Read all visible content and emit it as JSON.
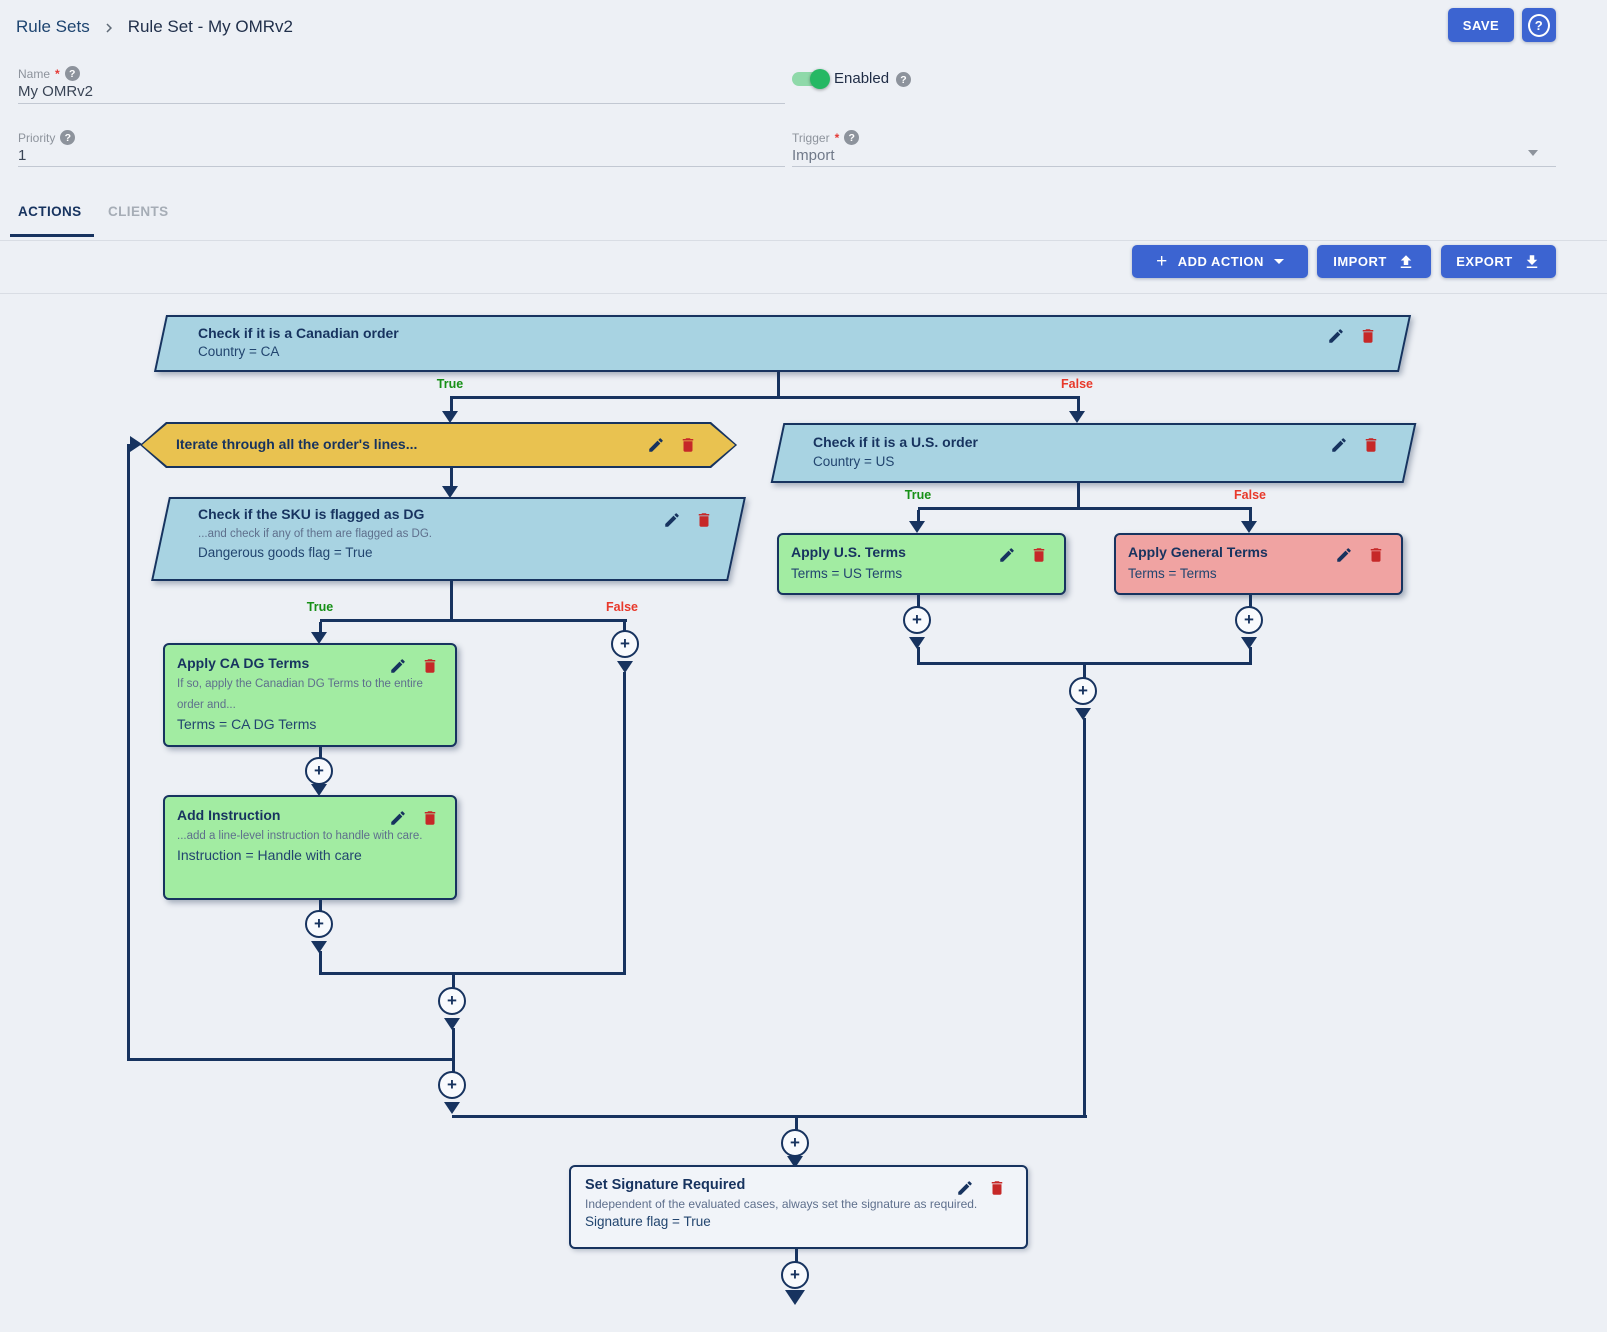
{
  "header": {
    "breadcrumb": [
      "Rule Sets",
      "Rule Set - My OMRv2"
    ],
    "save_label": "SAVE"
  },
  "form": {
    "name": {
      "label": "Name",
      "required_mark": "*",
      "value": "My OMRv2"
    },
    "enabled": {
      "label": "Enabled",
      "state": "on"
    },
    "priority": {
      "label": "Priority",
      "value": "1"
    },
    "trigger": {
      "label": "Trigger",
      "required_mark": "*",
      "value": "Import"
    }
  },
  "tabs": {
    "actions": "ACTIONS",
    "clients": "CLIENTS"
  },
  "toolbar": {
    "add_action": "ADD ACTION",
    "import": "IMPORT",
    "export": "EXPORT"
  },
  "icons": {
    "plus": "+",
    "help": "?"
  },
  "flow": {
    "branch": {
      "true": "True",
      "false": "False"
    },
    "colors": {
      "condition_fill": "#a8d3e2",
      "loop_fill": "#e9c250",
      "action_fill": "#a2eca2",
      "else_fill": "#f0a3a2",
      "always_fill": "#f1f4f9",
      "line": "#17335f",
      "true_label": "#169016",
      "false_label": "#e8392b",
      "delete_icon": "#c62828",
      "accent_blue": "#3c64d1"
    },
    "nodes": [
      {
        "id": "canadian-check",
        "type": "condition",
        "title": "Check if it is a Canadian order",
        "value": "Country = CA"
      },
      {
        "id": "iterate-lines",
        "type": "loop",
        "title": "Iterate through all the order's lines..."
      },
      {
        "id": "sku-dg-check",
        "type": "condition",
        "title": "Check if the SKU is flagged as DG",
        "description": "...and check if any of them are flagged as DG.",
        "value": "Dangerous goods flag = True"
      },
      {
        "id": "apply-ca-dg-terms",
        "type": "action",
        "title": "Apply CA DG Terms",
        "description": "If so, apply the Canadian DG Terms to the entire order and...",
        "value": "Terms = CA DG Terms"
      },
      {
        "id": "add-instruction",
        "type": "action",
        "title": "Add Instruction",
        "description": "...add a line-level instruction to handle with care.",
        "value": "Instruction = Handle with care"
      },
      {
        "id": "us-check",
        "type": "condition",
        "title": "Check if it is a U.S. order",
        "value": "Country = US"
      },
      {
        "id": "apply-us-terms",
        "type": "action",
        "title": "Apply U.S. Terms",
        "value": "Terms = US Terms"
      },
      {
        "id": "apply-general-terms",
        "type": "action-else",
        "title": "Apply General Terms",
        "value": "Terms = Terms"
      },
      {
        "id": "set-signature",
        "type": "always",
        "title": "Set Signature Required",
        "description": "Independent of the evaluated cases, always set the signature as required.",
        "value": "Signature flag = True"
      }
    ]
  }
}
